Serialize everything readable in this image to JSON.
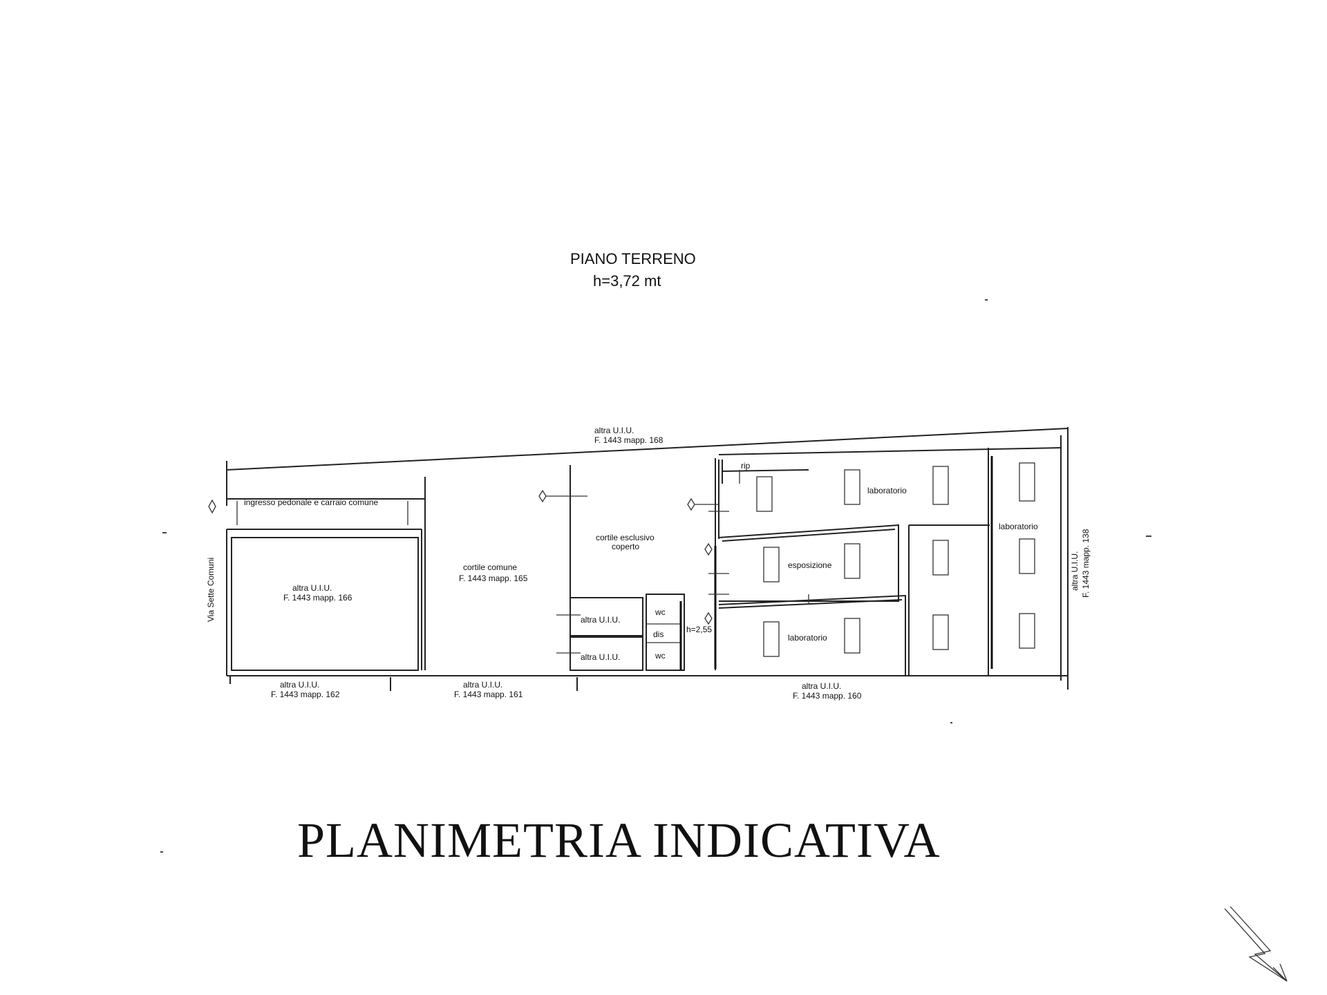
{
  "header": {
    "title": "PIANO TERRENO",
    "height": "h=3,72 mt"
  },
  "footer": {
    "title": "PLANIMETRIA INDICATIVA"
  },
  "labels": {
    "top_neighbor_1": "altra U.I.U.",
    "top_neighbor_2": "F. 1443 mapp. 168",
    "right_neighbor_1": "altra U.I.U.",
    "right_neighbor_2": "F. 1443 mapp. 138",
    "street": "Via Sette Comuni",
    "entrance": "ingresso pedonale e carraio comune",
    "left_block_1": "altra U.I.U.",
    "left_block_2": "F. 1443 mapp. 166",
    "courtyard_1": "cortile comune",
    "courtyard_2": "F. 1443 mapp. 165",
    "covered_1": "cortile esclusivo",
    "covered_2": "coperto",
    "small_uiu_a": "altra U.I.U.",
    "small_uiu_b": "altra U.I.U.",
    "wc_1": "wc",
    "wc_2": "wc",
    "dis": "dis",
    "h_sub": "h=2,55",
    "rip": "rip",
    "lab_top": "laboratorio",
    "lab_right": "laboratorio",
    "lab_bottom": "laboratorio",
    "esposizione": "esposizione",
    "bottom_a_1": "altra U.I.U.",
    "bottom_a_2": "F. 1443 mapp. 162",
    "bottom_b_1": "altra U.I.U.",
    "bottom_b_2": "F. 1443 mapp. 161",
    "bottom_c_1": "altra U.I.U.",
    "bottom_c_2": "F. 1443 mapp. 160"
  },
  "north_arrow_icon": "north-arrow-icon"
}
